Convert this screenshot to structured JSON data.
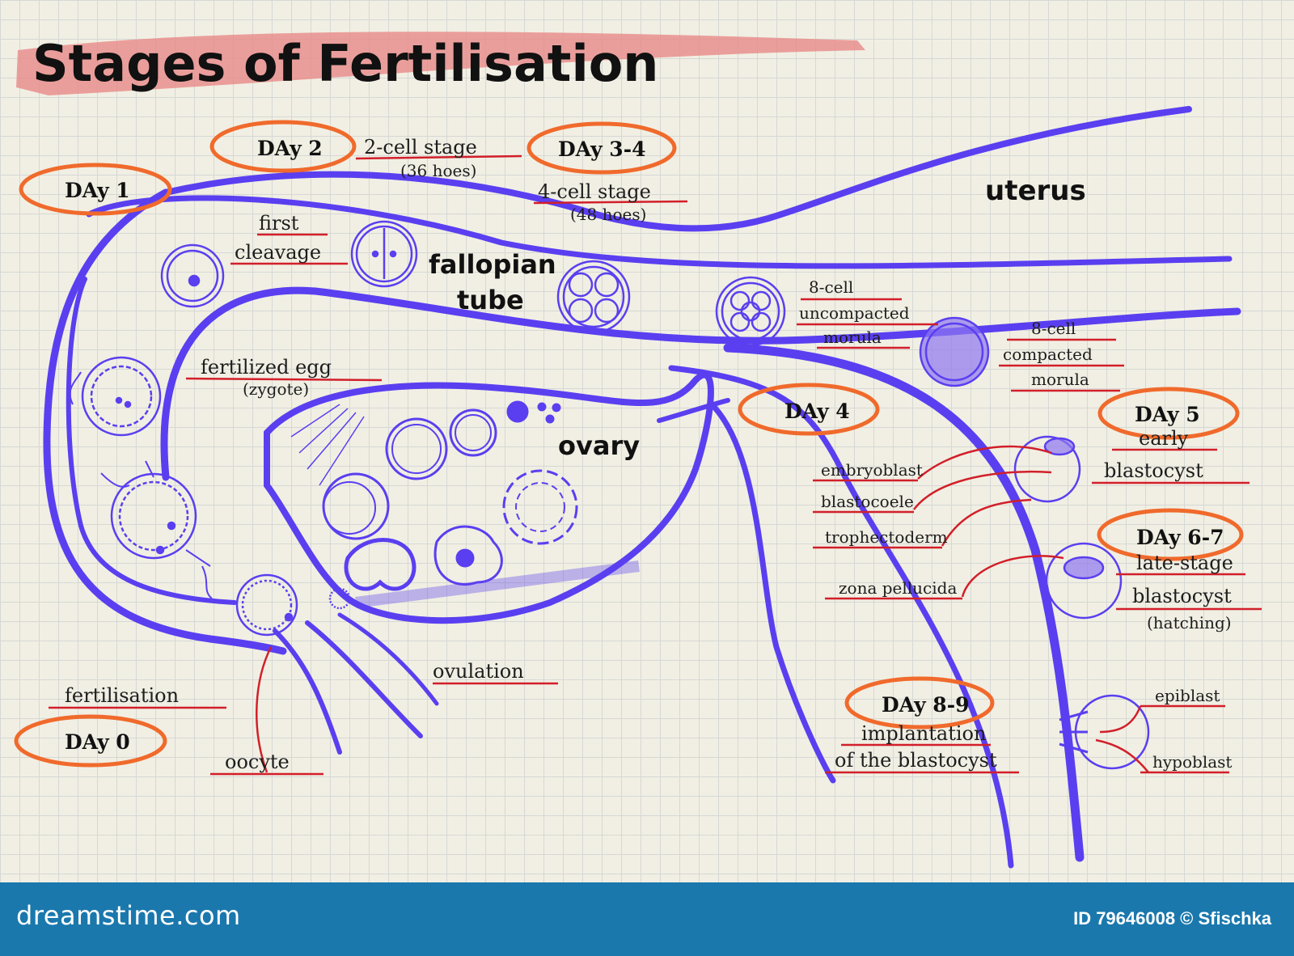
{
  "title": "Stages of Fertilisation",
  "days": {
    "d0": "DAy 0",
    "d1": "DAy 1",
    "d2": "DAy 2",
    "d34": "DAy 3-4",
    "d4": "DAy 4",
    "d5": "DAy 5",
    "d67": "DAy 6-7",
    "d89": "DAy 8-9"
  },
  "organs": {
    "uterus": "uterus",
    "fallopian_1": "fallopian",
    "fallopian_2": "tube",
    "ovary": "ovary"
  },
  "labels": {
    "two_cell": "2-cell stage",
    "two_cell_hours": "(36 hoes)",
    "four_cell": "4-cell stage",
    "four_cell_hours": "(48 hoes)",
    "first_cleavage_1": "first",
    "first_cleavage_2": "cleavage",
    "fertilized_egg": "fertilized egg",
    "zygote": "(zygote)",
    "uncompacted_1": "8-cell",
    "uncompacted_2": "uncompacted",
    "uncompacted_3": "morula",
    "compacted_1": "8-cell",
    "compacted_2": "compacted",
    "compacted_3": "morula",
    "early_1": "early",
    "early_2": "blastocyst",
    "late_1": "late-stage",
    "late_2": "blastocyst",
    "late_3": "(hatching)",
    "embryoblast": "embryoblast",
    "blastocoele": "blastocoele",
    "trophectoderm": "trophectoderm",
    "zona": "zona pellucida",
    "implant_1": "implantation",
    "implant_2": "of the blastocyst",
    "epiblast": "epiblast",
    "hypoblast": "hypoblast",
    "ovulation": "ovulation",
    "fertilisation": "fertilisation",
    "oocyte": "oocyte"
  },
  "footer": {
    "brand": "dreamstime.com",
    "credit": "ID 79646008 © Sfischka"
  },
  "colors": {
    "tube": "#5a3ff0",
    "circle": "#f06a2c",
    "underline": "#d21f2a",
    "title_brush": "#e98a88",
    "footer": "#1a78ad"
  }
}
